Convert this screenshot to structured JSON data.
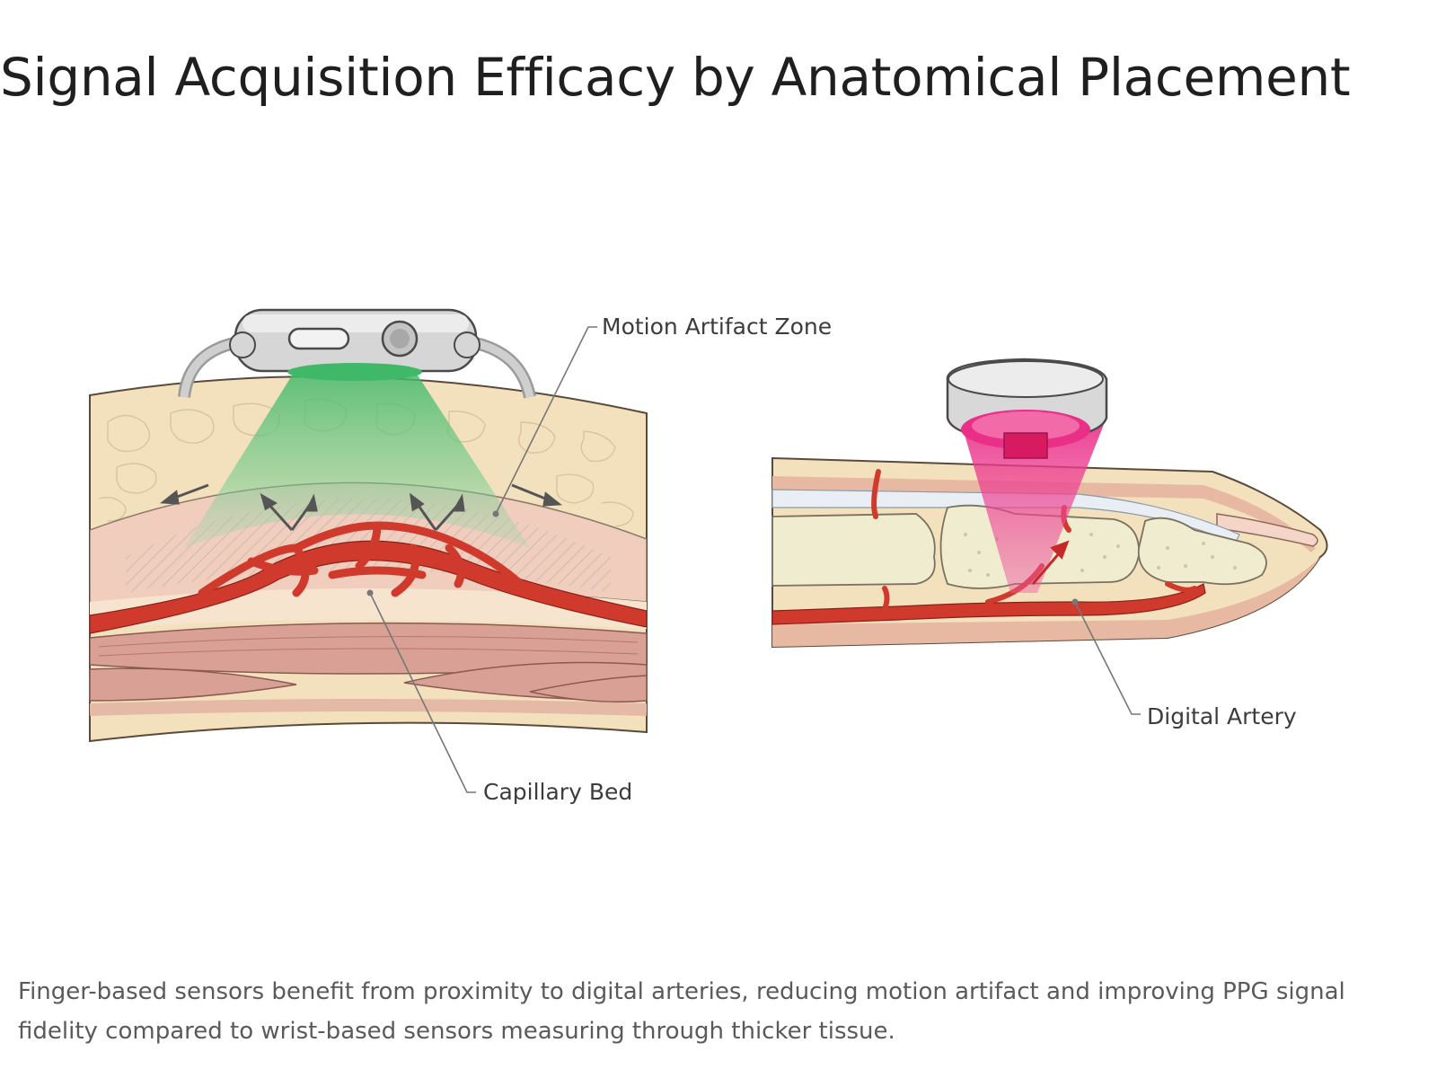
{
  "page": {
    "title": "Signal Acquisition Efficacy by Anatomical Placement",
    "caption": "Finger-based sensors benefit from proximity to digital arteries, reducing motion artifact and improving PPG signal fidelity compared to wrist-based sensors measuring through thicker tissue."
  },
  "diagram": {
    "labels": {
      "motion_artifact_zone": "Motion Artifact Zone",
      "capillary_bed": "Capillary Bed",
      "digital_artery": "Digital Artery"
    },
    "colors": {
      "skin": "#f3e0bd",
      "dermis": "#f0cdbd",
      "artery": "#cf3a2c",
      "muscle": "#d9a096",
      "bone": "#efeccf",
      "tendon": "#e8eef4",
      "device": "#d6d6d6",
      "green_light": "#4dbf73",
      "pink_light": "#ea2f88"
    },
    "icons": [
      "smartwatch-icon",
      "ring-sensor-icon",
      "motion-arrow-icon"
    ]
  }
}
